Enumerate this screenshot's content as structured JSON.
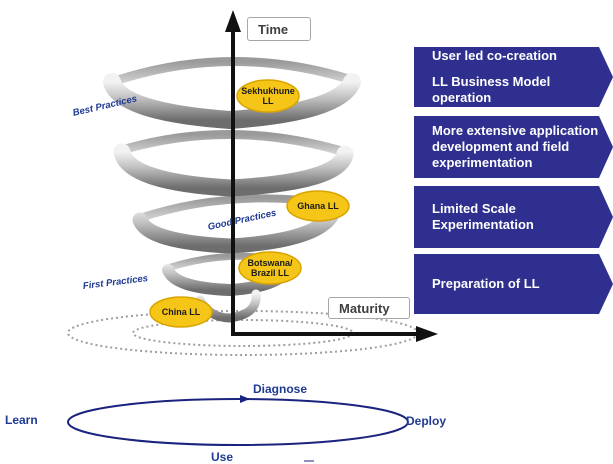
{
  "axes": {
    "vertical_label": "Time",
    "horizontal_label": "Maturity"
  },
  "practice_levels": {
    "best": "Best Practices",
    "good": "Good Practices",
    "first": "First Practices"
  },
  "living_labs": [
    {
      "label": "Sekhukhune\nLL"
    },
    {
      "label": "Ghana LL"
    },
    {
      "label": "Botswana/\nBrazil LL"
    },
    {
      "label": "China LL"
    }
  ],
  "stages": [
    {
      "lines": [
        "User led co-creation",
        "LL Business Model operation"
      ]
    },
    {
      "lines": [
        "More extensive application",
        "development and field",
        "experimentation"
      ]
    },
    {
      "lines": [
        "Limited Scale",
        "Experimentation"
      ]
    },
    {
      "lines": [
        "Preparation of LL"
      ]
    }
  ],
  "cycle": {
    "top": "Diagnose",
    "left": "Learn",
    "right": "Deploy",
    "bottom": "Use"
  },
  "colors": {
    "chevron": "#2e2f8f",
    "badge": "#f5c518",
    "badge_border": "#d9a400",
    "axis": "#111111",
    "cycle_line": "#1a237e",
    "text_blue": "#1f3a93"
  }
}
